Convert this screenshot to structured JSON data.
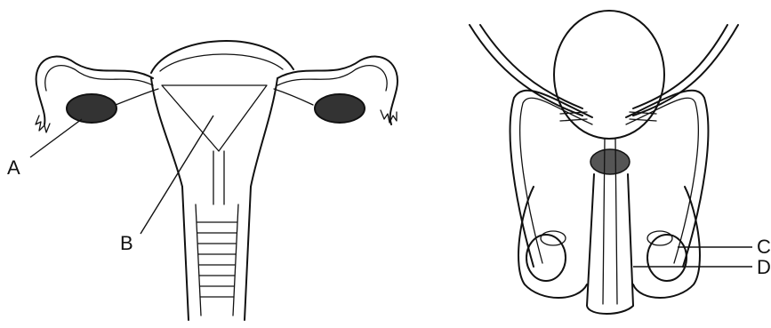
{
  "diagram": {
    "female_labels": {
      "a": "A",
      "b": "B"
    },
    "male_labels": {
      "c": "C",
      "d": "D"
    },
    "colors": {
      "ink": "#111111",
      "background": "#ffffff",
      "gonad_fill": "#333333"
    }
  }
}
